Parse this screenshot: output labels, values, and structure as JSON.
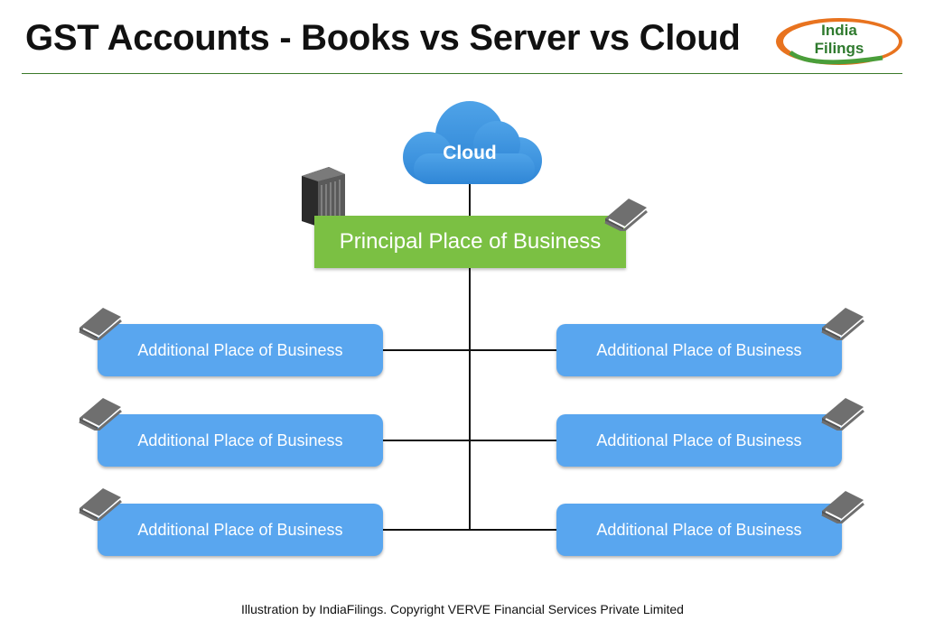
{
  "header": {
    "title": "GST Accounts - Books vs Server vs Cloud",
    "logo_text": "India\nFilings"
  },
  "diagram": {
    "cloud_label": "Cloud",
    "principal_label": "Principal Place of Business",
    "left_boxes": [
      "Additional Place of Business",
      "Additional Place of Business",
      "Additional Place of Business"
    ],
    "right_boxes": [
      "Additional Place of Business",
      "Additional Place of Business",
      "Additional Place of Business"
    ],
    "icons": {
      "cloud": "cloud-icon",
      "server": "server-icon",
      "book": "book-icon",
      "logo": "indiafilings-logo-icon"
    },
    "colors": {
      "principal": "#7bc043",
      "apob": "#59a6ef",
      "cloud": "#3a8fd9",
      "book": "#6f6f6f"
    }
  },
  "footer": {
    "credit": "Illustration by IndiaFilings. Copyright VERVE Financial Services Private Limited"
  }
}
